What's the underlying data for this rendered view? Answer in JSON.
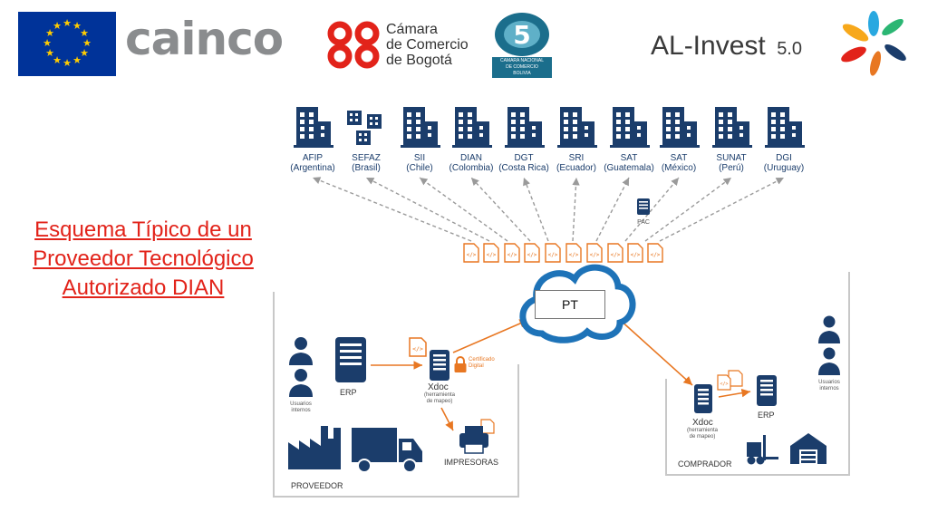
{
  "logos": {
    "eu_flag": "eu-flag-logo",
    "cainco": "cainco",
    "ccb": [
      "Cámara",
      "de Comercio",
      "de Bogotá"
    ],
    "cnc": [
      "CAMARA NACIONAL",
      "DE COMERCIO",
      "BOLIVIA"
    ],
    "alinvest_name": "AL-Invest",
    "alinvest_version": "5.0"
  },
  "title": [
    "Esquema Típico de un",
    "Proveedor Tecnológico",
    "Autorizado DIAN"
  ],
  "authorities": [
    {
      "name": "AFIP",
      "country": "(Argentina)"
    },
    {
      "name": "SEFAZ",
      "country": "(Brasil)"
    },
    {
      "name": "SII",
      "country": "(Chile)"
    },
    {
      "name": "DIAN",
      "country": "(Colombia)"
    },
    {
      "name": "DGT",
      "country": "(Costa Rica)"
    },
    {
      "name": "SRI",
      "country": "(Ecuador)"
    },
    {
      "name": "SAT",
      "country": "(Guatemala)"
    },
    {
      "name": "SAT",
      "country": "(México)"
    },
    {
      "name": "SUNAT",
      "country": "(Perú)"
    },
    {
      "name": "DGI",
      "country": "(Uruguay)"
    }
  ],
  "pac_label": "PAC",
  "xml_tag": "</>",
  "cloud_label": "PT",
  "provider": {
    "users_label": [
      "Usuarios",
      "internos"
    ],
    "erp_label": "ERP",
    "xdoc_label": "Xdoc",
    "xdoc_sub": [
      "(herramienta",
      "de mapeo)"
    ],
    "cert_label": [
      "Certificado",
      "Digital"
    ],
    "printers_label": "IMPRESORAS",
    "box_label": "PROVEEDOR"
  },
  "buyer": {
    "xdoc_label": "Xdoc",
    "xdoc_sub": [
      "(herramienta",
      "de mapeo)"
    ],
    "erp_label": "ERP",
    "users_label": [
      "Usuarios",
      "internos"
    ],
    "box_label": "COMPRADOR"
  },
  "colors": {
    "navy": "#1b3d6b",
    "orange": "#e87722",
    "red": "#e2231a",
    "cloud": "#1e73b8"
  }
}
